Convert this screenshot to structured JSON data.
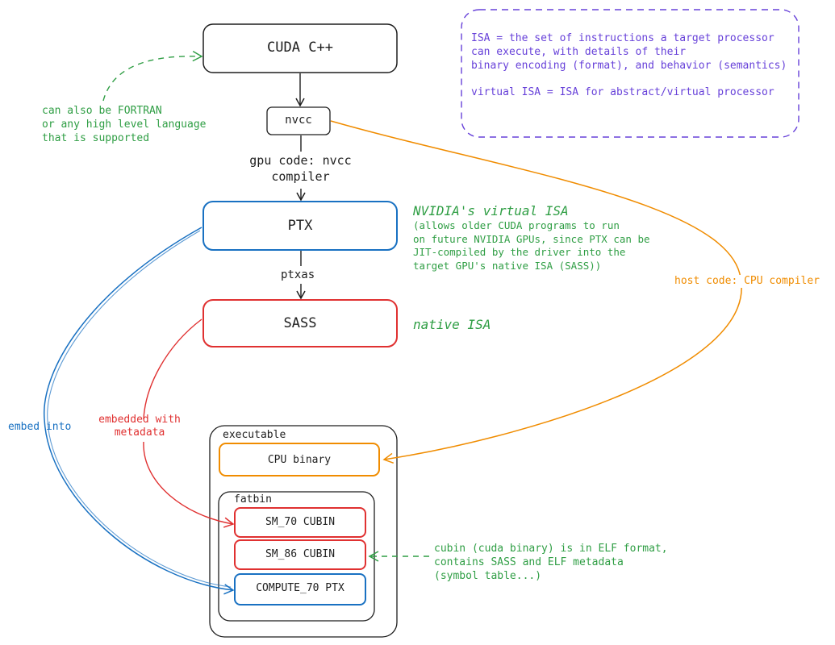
{
  "boxes": {
    "cuda": "CUDA C++",
    "nvcc": "nvcc",
    "ptx": "PTX",
    "sass": "SASS",
    "executable": "executable",
    "cpu_binary": "CPU binary",
    "fatbin": "fatbin",
    "sm70": "SM_70 CUBIN",
    "sm86": "SM_86 CUBIN",
    "compute70": "COMPUTE_70 PTX"
  },
  "notes": {
    "fortran": [
      "can also be FORTRAN",
      "or any high level language",
      "that is supported"
    ],
    "gpu_code": [
      "gpu code: nvcc",
      "compiler"
    ],
    "ptxas": "ptxas",
    "virtual_isa_title": "NVIDIA's virtual ISA",
    "virtual_isa_desc": [
      "(allows older CUDA programs to run",
      "on future NVIDIA GPUs, since PTX can be",
      "JIT-compiled by the driver into the",
      "target GPU's native ISA (SASS))"
    ],
    "native_isa": "native ISA",
    "host_code": "host code: CPU compiler",
    "embed_into": "embed into",
    "embedded_with": [
      "embedded with",
      "metadata"
    ],
    "cubin_note": [
      "cubin (cuda binary) is in ELF format,",
      "contains SASS and ELF metadata",
      "(symbol table...)"
    ],
    "isa_def": [
      "ISA = the set of instructions a target processor",
      "can execute, with details of their",
      "binary encoding (format), and behavior (semantics)",
      "",
      "virtual ISA = ISA for abstract/virtual processor"
    ]
  },
  "colors": {
    "dark": "#1e1e1e",
    "green": "#2f9e44",
    "purple": "#6741d9",
    "orange": "#f08c00",
    "red": "#e03131",
    "blue": "#1971c2"
  }
}
